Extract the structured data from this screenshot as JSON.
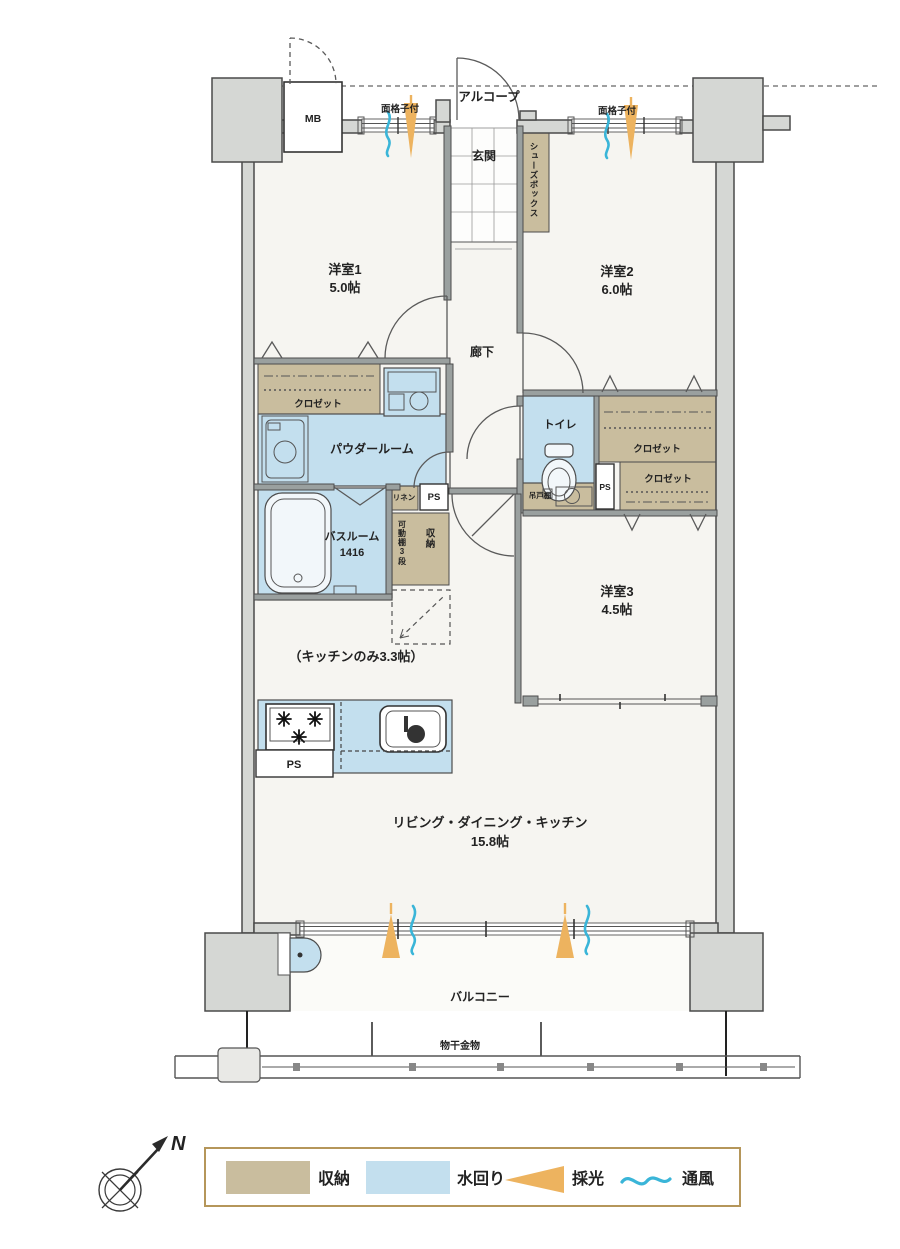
{
  "plan": {
    "alcove": "アルコープ",
    "entrance": "玄関",
    "shoe_box": "シューズボックス",
    "mb": "MB",
    "grille": "面格子付",
    "room1": "洋室1",
    "room1_size": "5.0帖",
    "room2": "洋室2",
    "room2_size": "6.0帖",
    "room3": "洋室3",
    "room3_size": "4.5帖",
    "hallway": "廊下",
    "closet": "クロゼット",
    "powder_room": "パウダールーム",
    "bathroom": "バスルーム",
    "bathroom_size": "1416",
    "toilet": "トイレ",
    "hanging_cupboard": "吊戸棚",
    "linen": "リネン",
    "ps": "PS",
    "movable_shelf": "可動棚3段",
    "storage": "収納",
    "kitchen_only": "（キッチンのみ3.3帖）",
    "ldk": "リビング・ダイニング・キッチン",
    "ldk_size": "15.8帖",
    "balcony": "バルコニー",
    "laundry_hardware": "物干金物",
    "compass_n": "N"
  },
  "legend": {
    "storage": "収納",
    "water": "水回り",
    "daylight": "採光",
    "ventilation": "通風"
  },
  "colors": {
    "storage_tan": "#c9bd9e",
    "water_blue": "#c3dfee",
    "daylight_orange": "#edb35f",
    "ventilation_cyan": "#3ab5d8",
    "structure_gray": "#d5d7d4",
    "legend_border": "#b5965a"
  }
}
